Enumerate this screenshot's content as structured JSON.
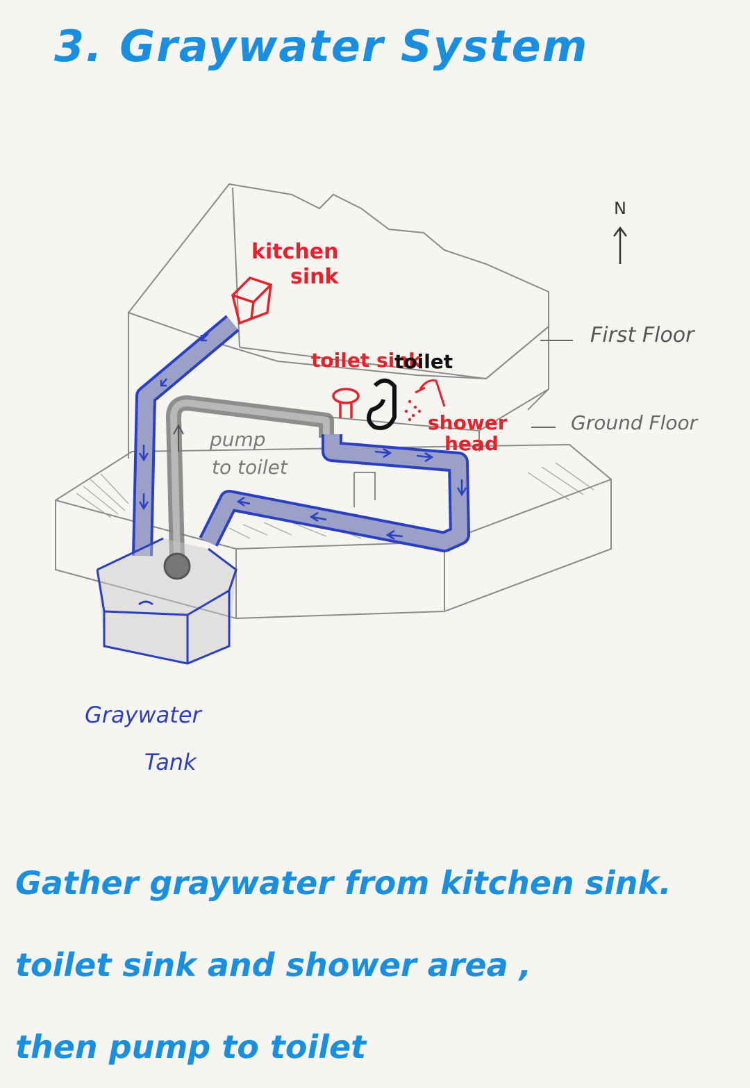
{
  "title": "3. Graywater System",
  "labels": {
    "kitchen_sink_line1": "kitchen",
    "kitchen_sink_line2": "sink",
    "toilet_sink": "toilet sink",
    "toilet": "toilet",
    "shower_head_line1": "shower",
    "shower_head_line2": "head",
    "first_floor": "First Floor",
    "ground_floor": "Ground Floor",
    "pump_line1": "pump",
    "pump_line2": "to toilet",
    "tank_line1": "Graywater",
    "tank_line2": "Tank",
    "north": "N"
  },
  "caption": {
    "line1": "Gather graywater from kitchen sink.",
    "line2": "toilet sink and shower area ,",
    "line3": "then pump to toilet"
  },
  "colors": {
    "pipe_blue": "#2b3fc2",
    "fixture_red": "#e8202a",
    "text_blue": "#1a8fe0",
    "pencil": "#8a8a8a",
    "gray_pipe": "#6f6f6f"
  }
}
